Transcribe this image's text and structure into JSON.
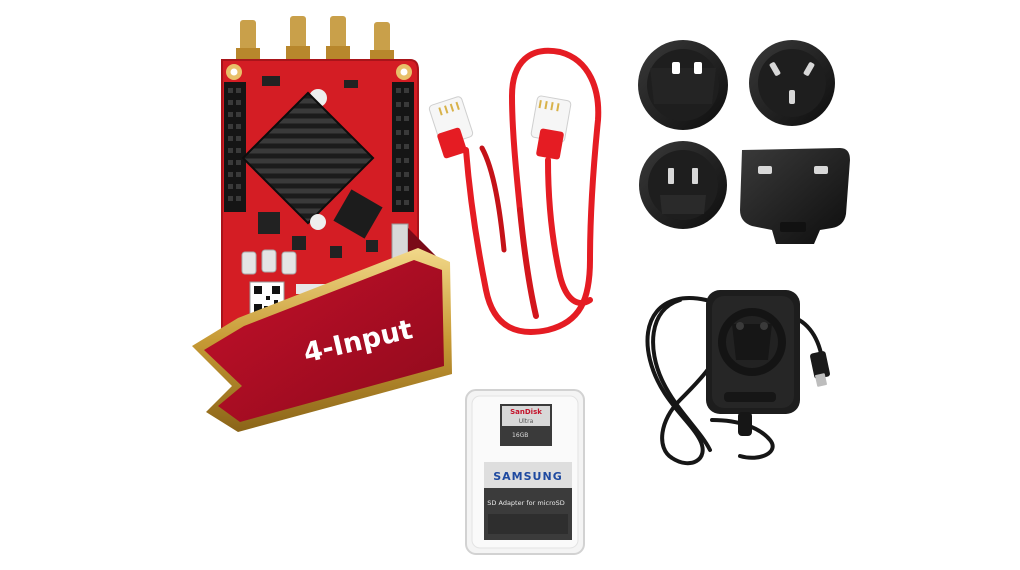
{
  "banner": {
    "label": "4-Input"
  },
  "sd_card": {
    "brand": "SanDisk",
    "line": "Ultra",
    "capacity": "16GB"
  },
  "adapter": {
    "brand": "SAMSUNG",
    "caption": "SD Adapter for microSD"
  }
}
